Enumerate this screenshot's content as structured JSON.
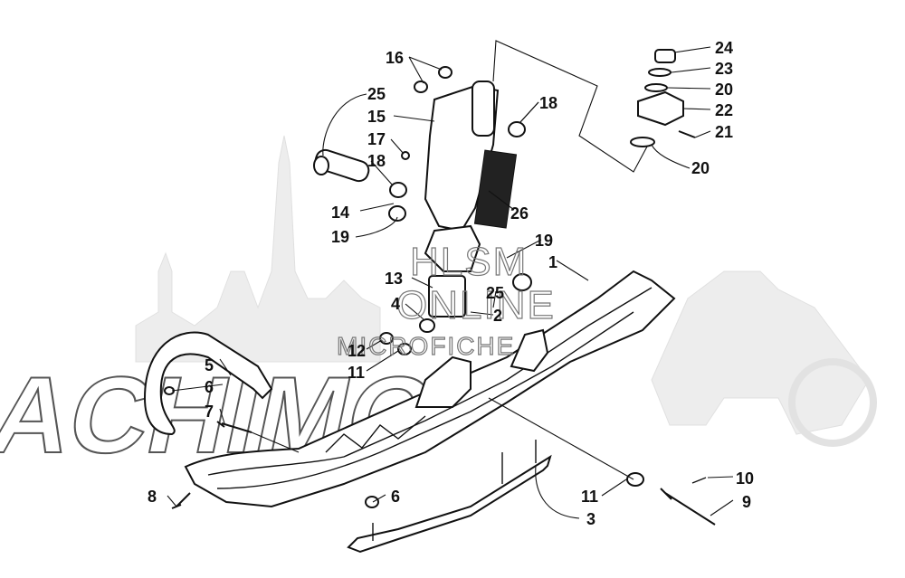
{
  "watermark": {
    "brand": "ACHIMO",
    "line1": "HLSM",
    "line2": "ONLINE",
    "line3": "MICROFICHE"
  },
  "labels": {
    "l1": "1",
    "l2": "2",
    "l3": "3",
    "l4": "4",
    "l5": "5",
    "l6a": "6",
    "l6b": "6",
    "l7": "7",
    "l8": "8",
    "l9": "9",
    "l10": "10",
    "l11a": "11",
    "l11b": "11",
    "l12": "12",
    "l13": "13",
    "l14": "14",
    "l15": "15",
    "l16": "16",
    "l17": "17",
    "l18a": "18",
    "l18b": "18",
    "l19a": "19",
    "l19b": "19",
    "l20a": "20",
    "l20b": "20",
    "l21": "21",
    "l22": "22",
    "l23": "23",
    "l24": "24",
    "l25a": "25",
    "l25b": "25",
    "l26": "26"
  }
}
